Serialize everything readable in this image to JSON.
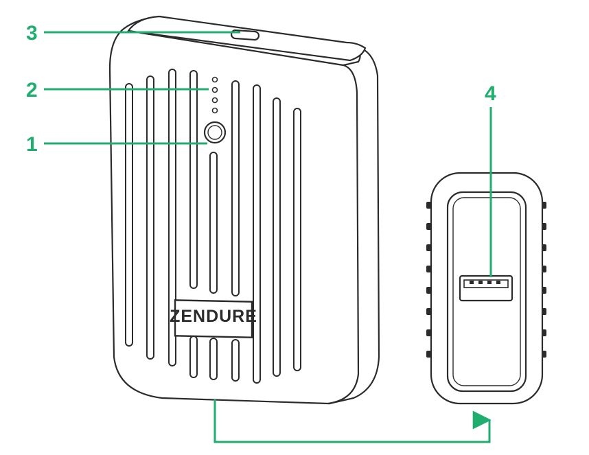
{
  "colors": {
    "accent": "#1fae6e",
    "outline": "#2b2b2b",
    "fill": "#ffffff"
  },
  "callouts": [
    {
      "label": "1",
      "part": "power-button"
    },
    {
      "label": "2",
      "part": "led-indicators"
    },
    {
      "label": "3",
      "part": "usb-c-port"
    },
    {
      "label": "4",
      "part": "usb-a-port"
    }
  ],
  "device": {
    "brand": "ZENDURE"
  }
}
